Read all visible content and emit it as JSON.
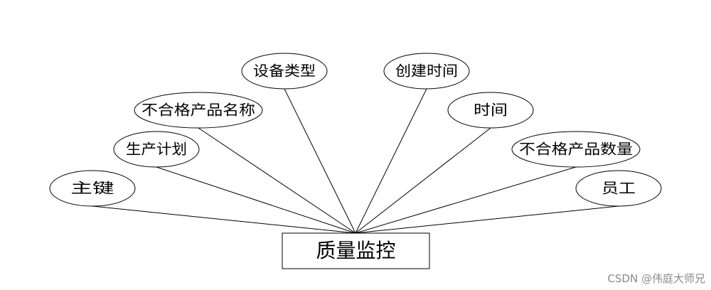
{
  "entity": {
    "label": "质量监控"
  },
  "attributes": [
    {
      "id": "primary-key",
      "label": "主键"
    },
    {
      "id": "production-plan",
      "label": "生产计划"
    },
    {
      "id": "defective-product-name",
      "label": "不合格产品名称"
    },
    {
      "id": "equipment-type",
      "label": "设备类型"
    },
    {
      "id": "create-time",
      "label": "创建时间"
    },
    {
      "id": "time",
      "label": "时间"
    },
    {
      "id": "defective-product-quantity",
      "label": "不合格产品数量"
    },
    {
      "id": "employee",
      "label": "员工"
    }
  ],
  "watermark": "CSDN @伟庭大师兄"
}
